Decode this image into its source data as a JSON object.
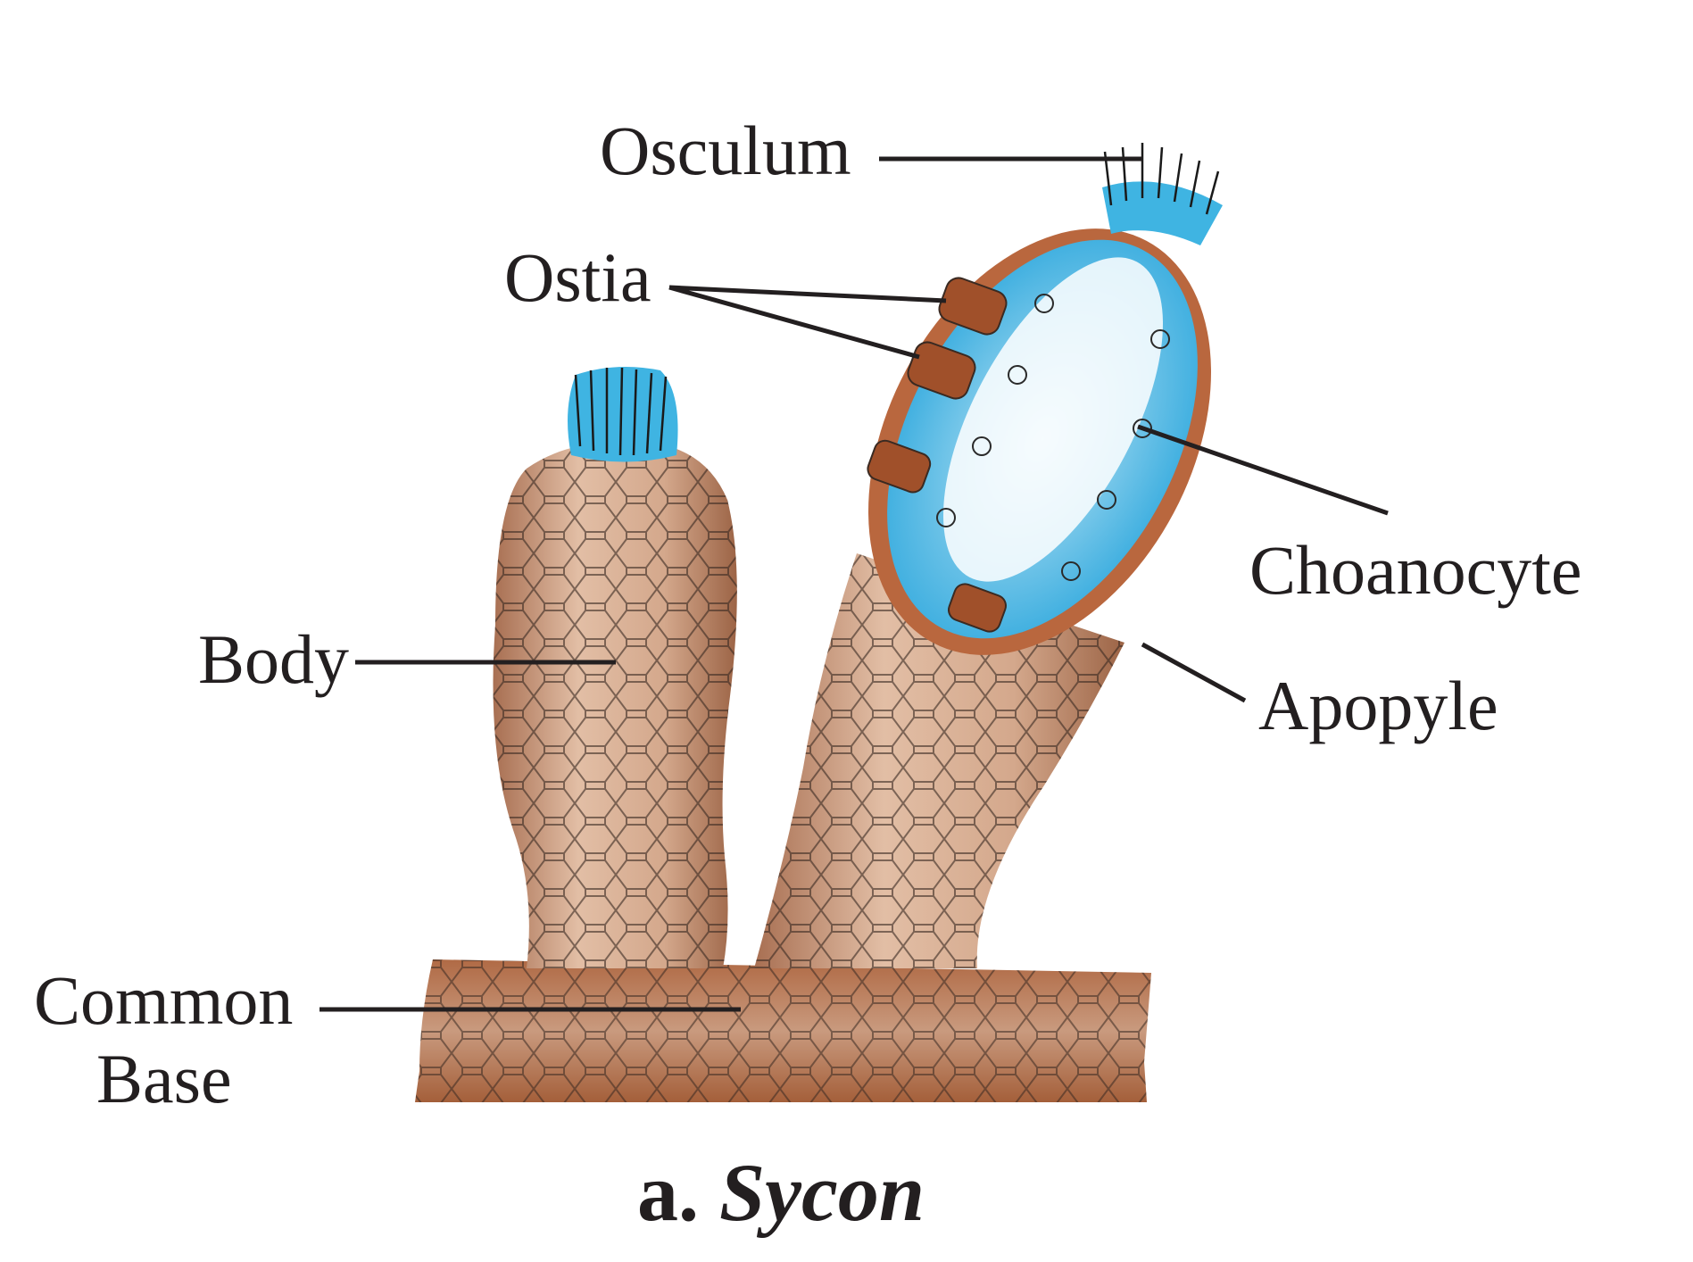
{
  "labels": {
    "osculum": "Osculum",
    "ostia": "Ostia",
    "choanocyte": "Choanocyte",
    "body": "Body",
    "apopyle": "Apopyle",
    "common_base_line1": "Common",
    "common_base_line2": "Base"
  },
  "caption": {
    "prefix": "a.",
    "genus": "Sycon"
  },
  "colors": {
    "body_brown": "#c08c70",
    "dark_brown": "#a0502a",
    "cavity_blue": "#3fb0e0",
    "text": "#231f20"
  }
}
